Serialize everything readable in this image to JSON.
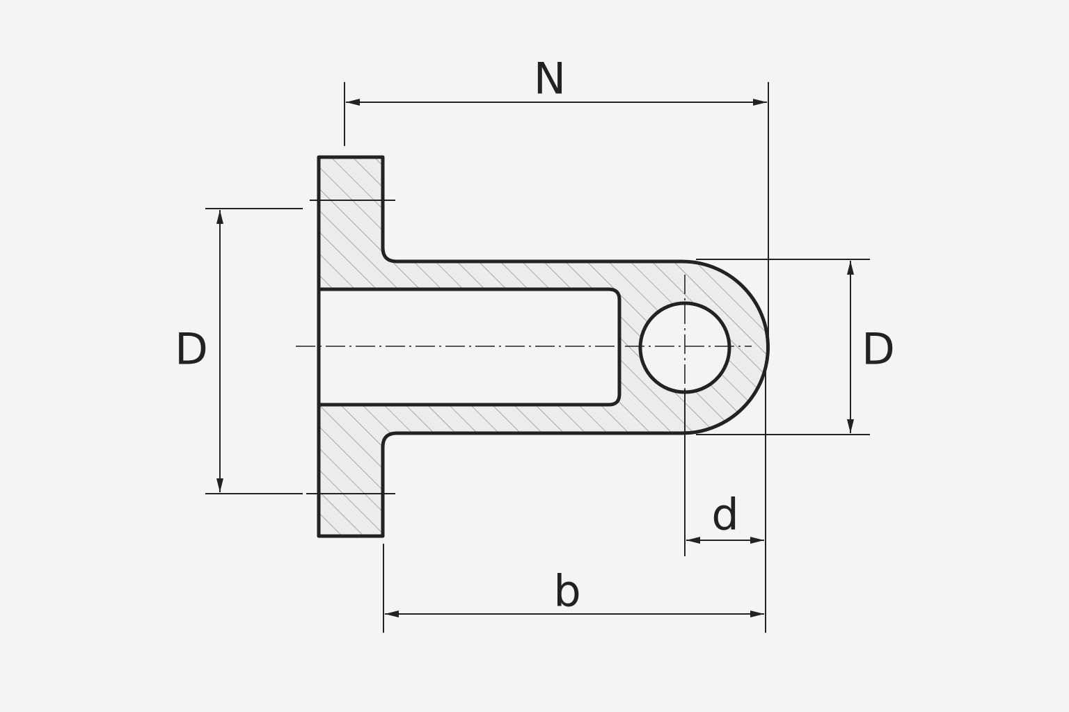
{
  "drawing": {
    "labels": {
      "overall_length": "N",
      "flange_diameter": "D",
      "body_diameter": "D",
      "hole_offset": "d",
      "body_length": "b"
    },
    "colors": {
      "line": "#222222",
      "background": "#f4f4f4",
      "hatch": "#8a8a8a"
    }
  }
}
